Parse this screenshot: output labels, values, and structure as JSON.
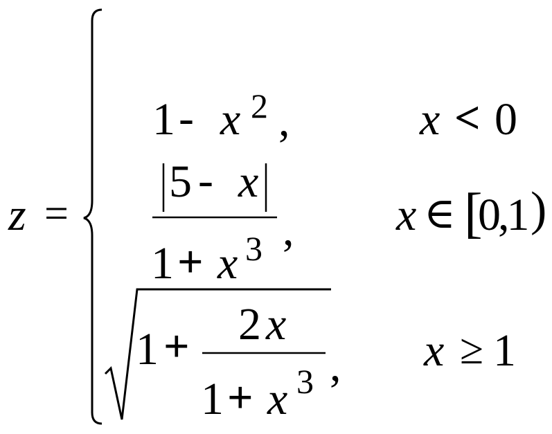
{
  "formula": {
    "lhs_var": "z",
    "equals": "=",
    "case1": {
      "one": "1",
      "minus": "-",
      "var": "x",
      "exp": "2",
      "comma": ",",
      "cond_var": "x",
      "cond_op": "<",
      "cond_val": "0"
    },
    "case2": {
      "num_five": "5",
      "num_minus": "-",
      "num_var": "x",
      "den_one": "1",
      "den_plus": "+",
      "den_var": "x",
      "den_exp": "3",
      "comma": ",",
      "cond_var": "x",
      "cond_in": "∈",
      "cond_open": "[",
      "cond_val": "0,1",
      "cond_close": ")"
    },
    "case3": {
      "one": "1",
      "plus": "+",
      "num_two": "2",
      "num_var": "x",
      "den_one": "1",
      "den_plus": "+",
      "den_var": "x",
      "den_exp": "3",
      "comma": ",",
      "cond_var": "x",
      "cond_op": "≥",
      "cond_val": "1"
    }
  }
}
